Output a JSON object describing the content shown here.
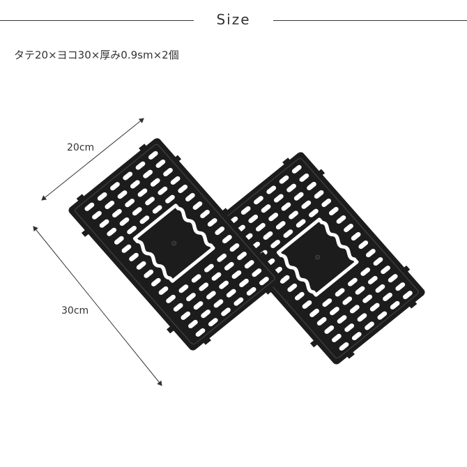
{
  "header": {
    "title": "Size"
  },
  "spec": {
    "text": "タテ20×ヨコ30×厚み0.9sm×2個"
  },
  "dimensions": {
    "width_label": "20cm",
    "height_label": "30cm"
  },
  "colors": {
    "panel": "#1c1c1c",
    "line": "#333333",
    "background": "#ffffff"
  },
  "product": {
    "description_icon": "black-grid-panel-icon",
    "count": 2
  }
}
